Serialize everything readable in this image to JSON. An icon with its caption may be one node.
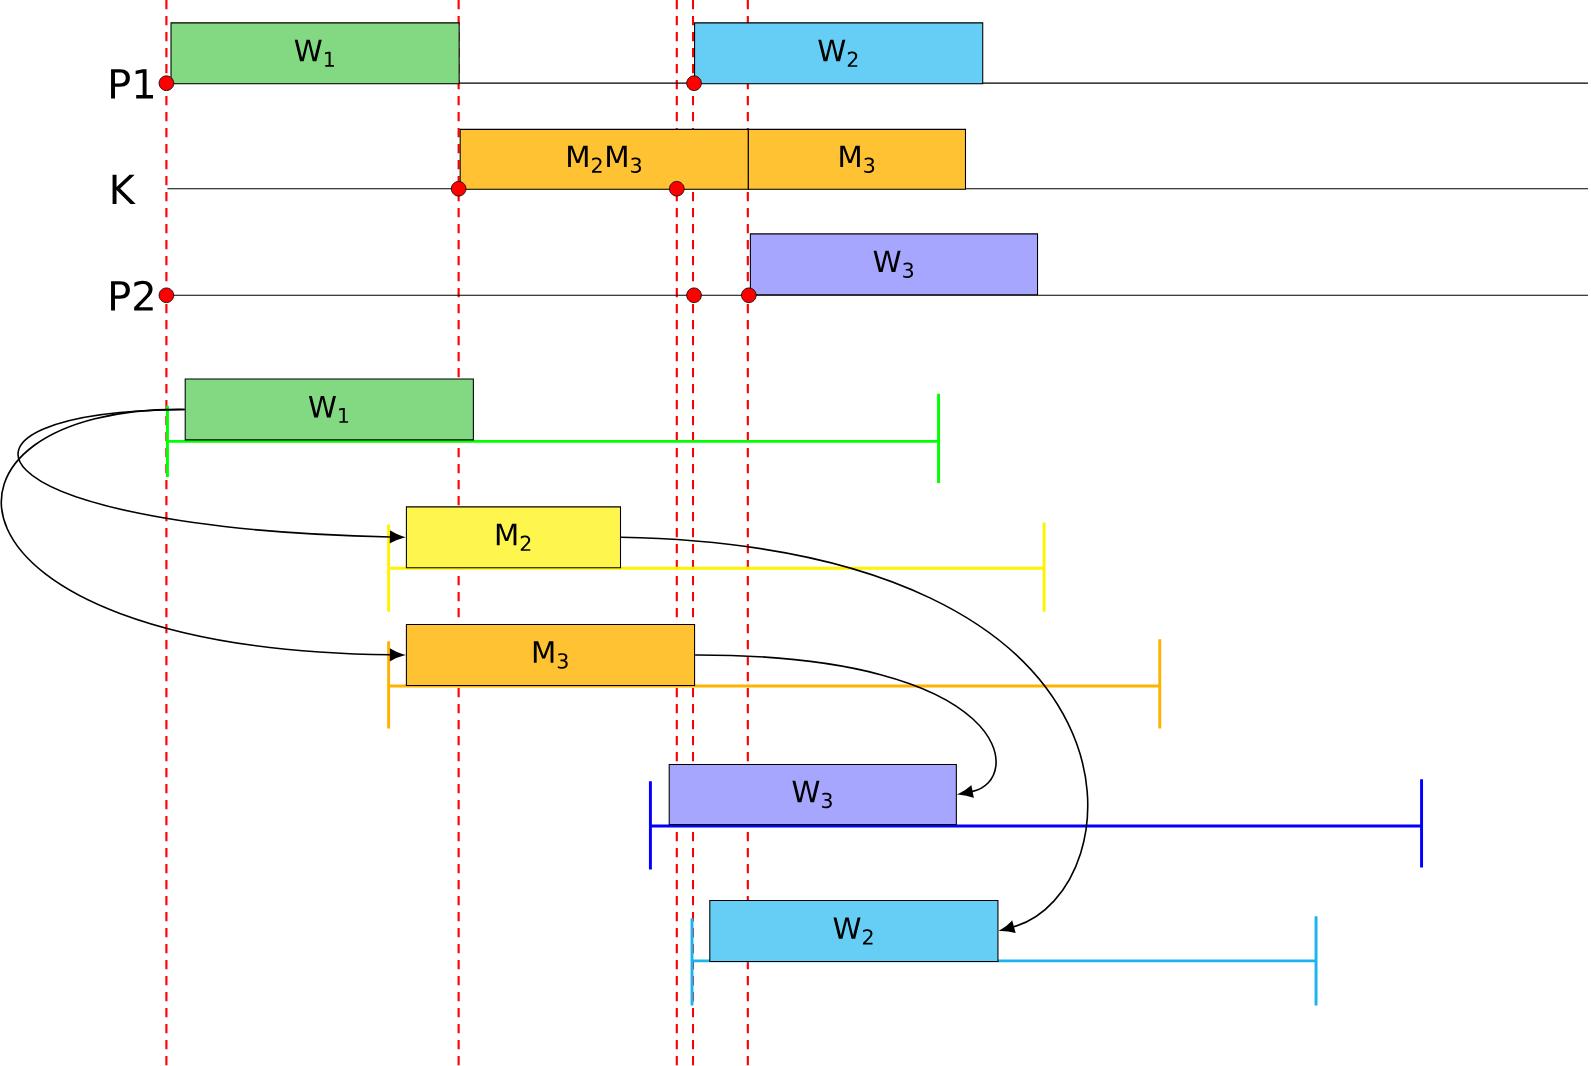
{
  "diagram": {
    "nodes": [
      {
        "text": [
          "W$_{1}$"
        ]
      },
      {
        "text": [
          "W$_{2}$"
        ]
      },
      {
        "text": [
          "M$_{2}$M$_{3}$"
        ]
      },
      {
        "text": [
          "M$_{3}$"
        ]
      },
      {
        "text": [
          "W$_{3}$"
        ]
      },
      {
        "text": [
          "W$_{1}$"
        ]
      },
      {
        "text": [
          "M$_{2}$"
        ]
      },
      {
        "text": [
          "M$_{3}$"
        ]
      },
      {
        "text": [
          "W$_{3}$"
        ]
      },
      {
        "text": [
          "W$_{2}$"
        ]
      }
    ],
    "edges": [
      {
        "from": 5,
        "to": 6,
        "arrow": "to"
      },
      {
        "from": 5,
        "to": 7,
        "arrow": "to"
      },
      {
        "from": 6,
        "to": 9,
        "arrow": "to"
      },
      {
        "from": 7,
        "to": 8,
        "arrow": "to"
      }
    ],
    "labels": [
      "P1",
      "K",
      "P2"
    ]
  }
}
